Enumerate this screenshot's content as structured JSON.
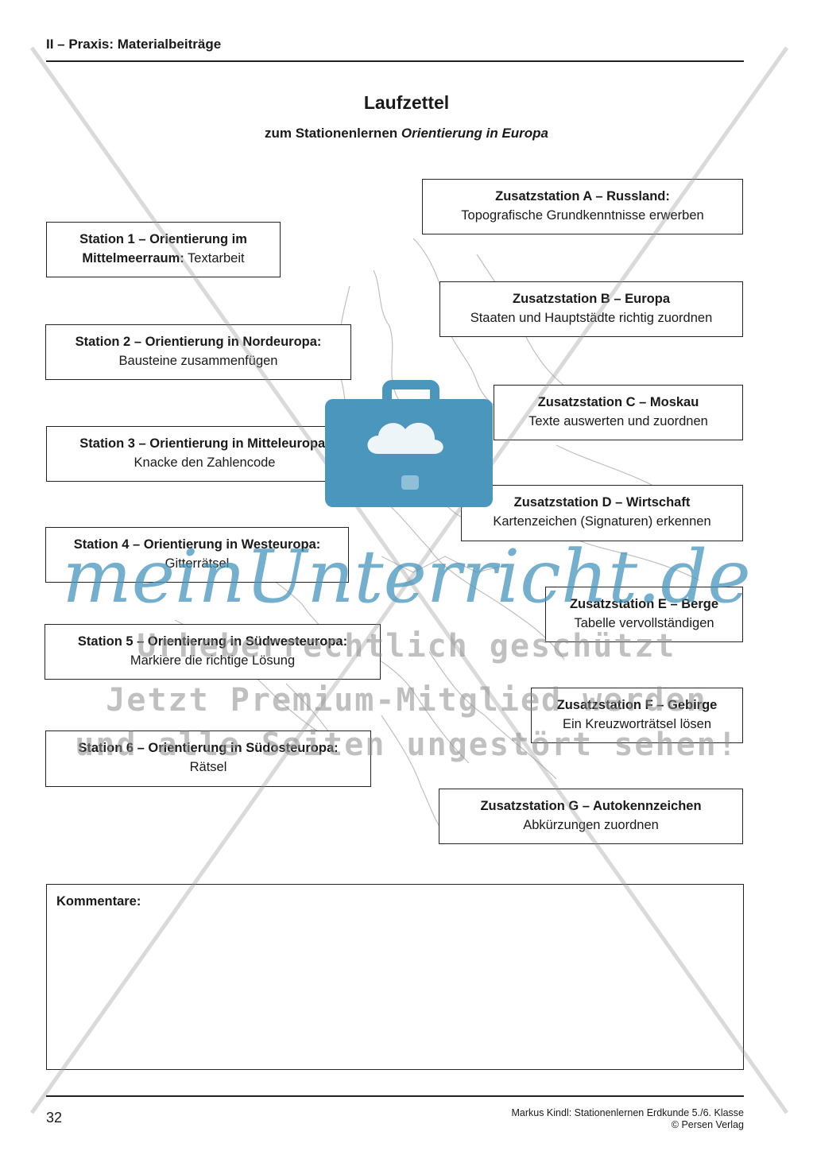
{
  "header": {
    "section": "II – Praxis: Materialbeiträge"
  },
  "title": "Laufzettel",
  "subtitle": {
    "prefix": "zum Stationenlernen ",
    "topic": "Orientierung in Europa"
  },
  "stations": [
    {
      "bold": "Station 1 – Orientierung im",
      "bold2": "Mittelmeerraum:",
      "text": " Textarbeit"
    },
    {
      "bold": "Station 2 – Orientierung in Nordeuropa:",
      "text": "Bausteine zusammenfügen"
    },
    {
      "bold": "Station 3 – Orientierung in Mitteleuropa:",
      "text": "Knacke den Zahlencode"
    },
    {
      "bold": "Station 4 – Orientierung in Westeuropa:",
      "text": "Gitterrätsel"
    },
    {
      "bold": "Station 5 – Orientierung in Südwesteuropa:",
      "text": "Markiere die richtige Lösung"
    },
    {
      "bold": "Station 6 – Orientierung in Südosteuropa:",
      "text": "Rätsel"
    }
  ],
  "extra_stations": [
    {
      "bold": "Zusatzstation A – Russland:",
      "text": "Topografische Grundkenntnisse erwerben"
    },
    {
      "bold": "Zusatzstation B – Europa",
      "text": "Staaten und Hauptstädte richtig zuordnen"
    },
    {
      "bold": "Zusatzstation C – Moskau",
      "text": "Texte auswerten und zuordnen"
    },
    {
      "bold": "Zusatzstation D – Wirtschaft",
      "text": "Kartenzeichen (Signaturen) erkennen"
    },
    {
      "bold": "Zusatzstation E – Berge",
      "text": "Tabelle vervollständigen"
    },
    {
      "bold": "Zusatzstation F – Gebirge",
      "text": "Ein Kreuzworträtsel lösen"
    },
    {
      "bold": "Zusatzstation G – Autokennzeichen",
      "text": "Abkürzungen zuordnen"
    }
  ],
  "comments": {
    "label": "Kommentare:"
  },
  "footer": {
    "page_number": "32",
    "author_line": "Markus Kindl: Stationenlernen Erdkunde 5./6. Klasse",
    "publisher": "© Persen Verlag"
  },
  "watermark": {
    "brand": "meinUnterricht.de",
    "line1": "Urheberrechtlich geschützt",
    "line2": "Jetzt Premium-Mitglied werden",
    "line3": "und alle Seiten ungestört sehen!",
    "briefcase_color": "#4a96bd"
  },
  "icons": [
    "europe-map",
    "briefcase-cloud-icon"
  ]
}
